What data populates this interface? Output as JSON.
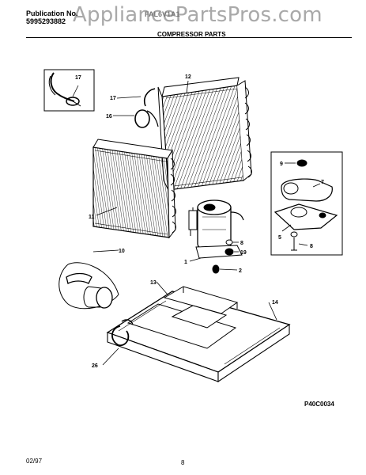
{
  "header": {
    "publication_label": "Publication No.",
    "publication_number": "5995293882",
    "model_number": "FAL6V1A1",
    "watermark": "AppliancePartsPros.com",
    "section_title": "COMPRESSOR PARTS"
  },
  "callouts": [
    "17",
    "12",
    "17",
    "16",
    "9",
    "7",
    "11",
    "8",
    "19",
    "5",
    "8",
    "1",
    "2",
    "10",
    "13",
    "14",
    "26"
  ],
  "diagram_code": "P40C0034",
  "footer": {
    "date": "02/97",
    "page": "8"
  },
  "colors": {
    "ink": "#000000",
    "watermark": "#a9a9a9"
  }
}
